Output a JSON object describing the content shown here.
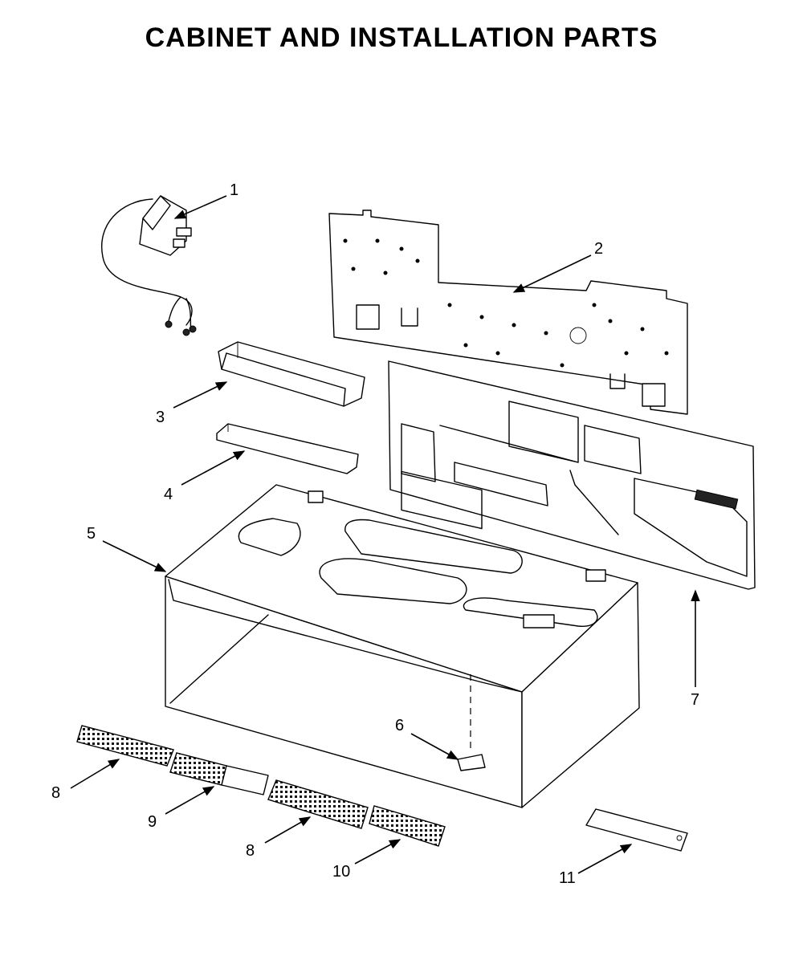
{
  "title": "CABINET AND INSTALLATION PARTS",
  "callouts": {
    "c1": "1",
    "c2": "2",
    "c3": "3",
    "c4": "4",
    "c5": "5",
    "c6": "6",
    "c7": "7",
    "c8a": "8",
    "c8b": "8",
    "c9": "9",
    "c10": "10",
    "c11": "11"
  }
}
